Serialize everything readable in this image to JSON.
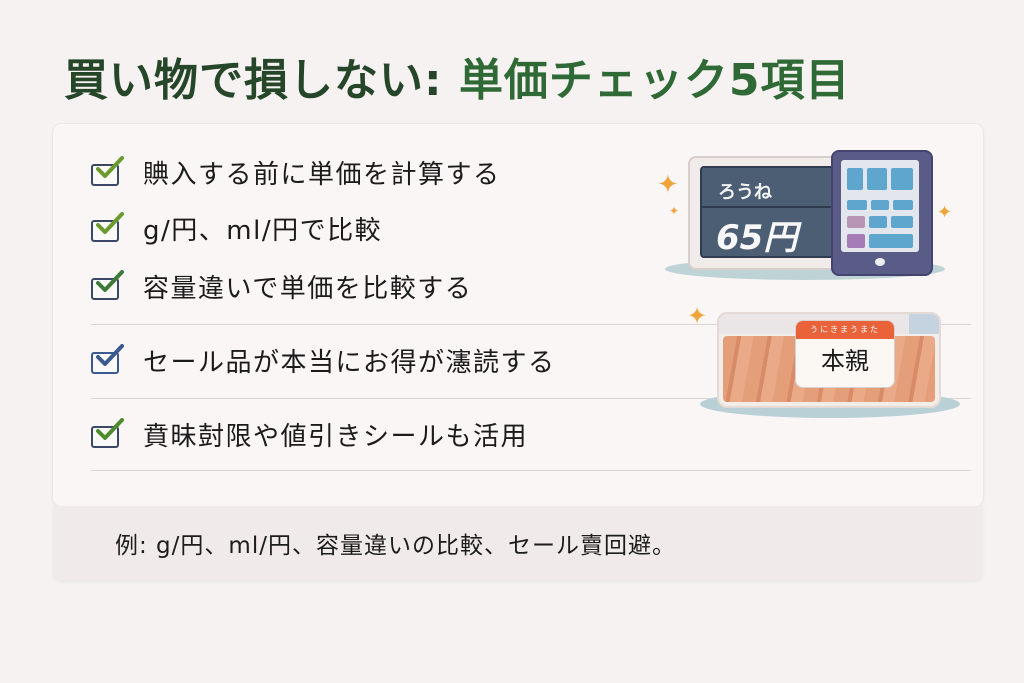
{
  "header": {
    "title_part1": "買い物で損しない:",
    "title_part2": "単価チェック5項目"
  },
  "checklist": {
    "items": [
      {
        "label": "賟入する前に単価を計算する",
        "check_color": "#6b9a2e",
        "box_color": "#3a4a66"
      },
      {
        "label": "g/円、ml/円で比較",
        "check_color": "#6b9a2e",
        "box_color": "#3a4a66"
      },
      {
        "label": "容量違いで単価を比較する",
        "check_color": "#3d7a3a",
        "box_color": "#3a4a66"
      },
      {
        "label": "セール品が本当にお得が瀗読する",
        "check_color": "#3a5a90",
        "box_color": "#3a5a90"
      },
      {
        "label": "賁昧尌限や値引きシールも活用",
        "check_color": "#4e8a2e",
        "box_color": "#3a4a66"
      }
    ]
  },
  "illustration_price_display": {
    "top_text": "ろうね",
    "bottom_text": "65円"
  },
  "illustration_food_pack": {
    "tag_top_text": "うにきまうまた",
    "tag_main_text": "本親"
  },
  "footer_note": {
    "text": "例: g/円、ml/円、容量違いの比較、セール賣回避。"
  },
  "colors": {
    "title_dark": "#26462a",
    "title_green": "#2f6a36",
    "background": "#f6f2f1",
    "card": "#faf6f5",
    "tag_red": "#e9623a"
  }
}
